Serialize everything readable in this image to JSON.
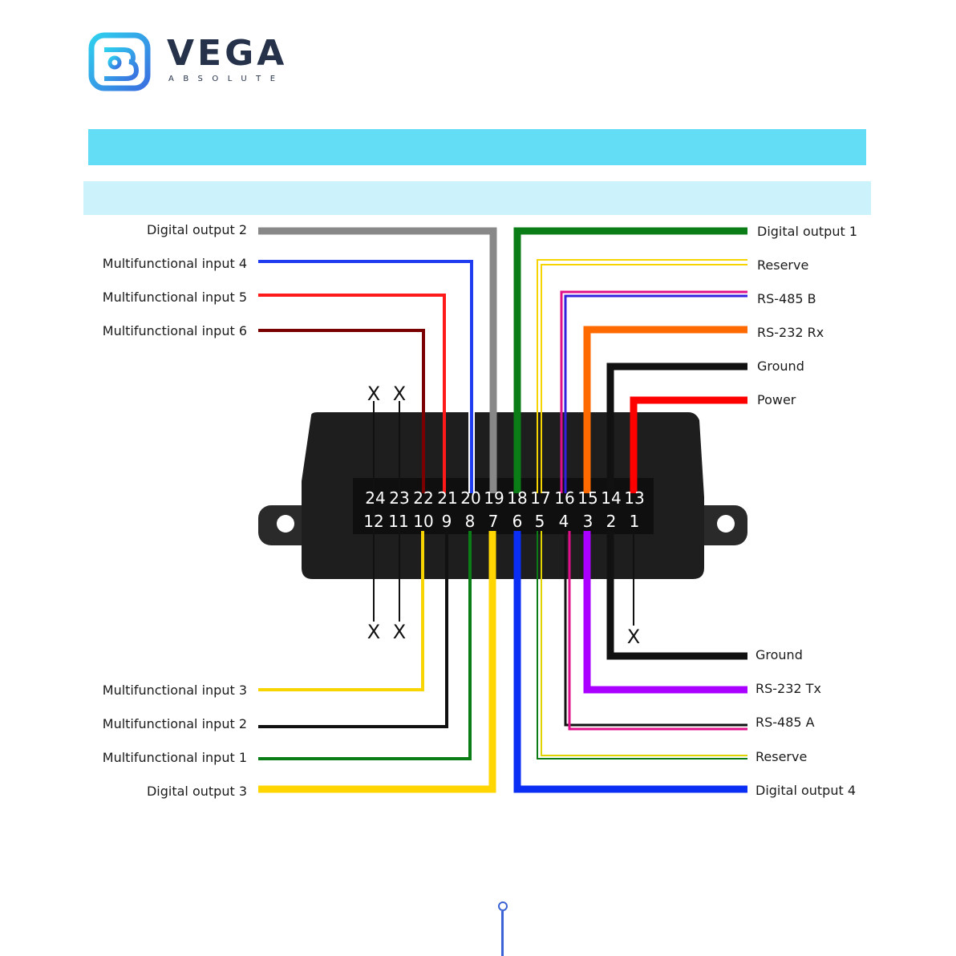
{
  "brand": {
    "name": "VEGA",
    "sub": "ABSOLUTE"
  },
  "colors": {
    "band": "#63dcf6",
    "band_light": "#ccf3fc",
    "logo_gradient": [
      "#2fd0ee",
      "#3a6ee0"
    ]
  },
  "pins_top": [
    "24",
    "23",
    "22",
    "21",
    "20",
    "19",
    "18",
    "17",
    "16",
    "15",
    "14",
    "13"
  ],
  "pins_bottom": [
    "12",
    "11",
    "10",
    "9",
    "8",
    "7",
    "6",
    "5",
    "4",
    "3",
    "2",
    "1"
  ],
  "unconnected_mark": "X",
  "labels_left_top": [
    "Digital output 2",
    "Multifunctional input 4",
    "Multifunctional input 5",
    "Multifunctional input 6"
  ],
  "labels_right_top": [
    "Digital output 1",
    "Reserve",
    "RS-485 B",
    "RS-232 Rx",
    "Ground",
    "Power"
  ],
  "labels_left_bottom": [
    "Multifunctional input 3",
    "Multifunctional input 2",
    "Multifunctional input 1",
    "Digital output 3"
  ],
  "labels_right_bottom": [
    "Ground",
    "RS-232 Tx",
    "RS-485 A",
    "Reserve",
    "Digital output 4"
  ]
}
